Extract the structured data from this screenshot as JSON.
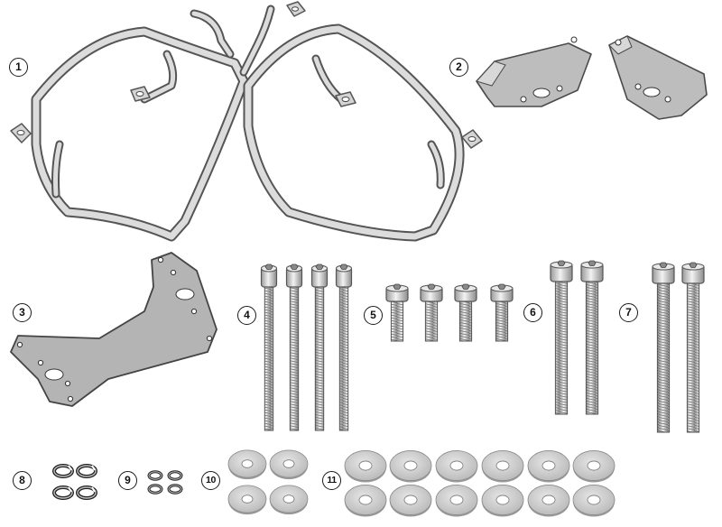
{
  "callouts": [
    {
      "id": "c1",
      "label": "1"
    },
    {
      "id": "c2",
      "label": "2"
    },
    {
      "id": "c3",
      "label": "3"
    },
    {
      "id": "c4",
      "label": "4"
    },
    {
      "id": "c5",
      "label": "5"
    },
    {
      "id": "c6",
      "label": "6"
    },
    {
      "id": "c7",
      "label": "7"
    },
    {
      "id": "c8",
      "label": "8"
    },
    {
      "id": "c9",
      "label": "9"
    },
    {
      "id": "c10",
      "label": "10"
    },
    {
      "id": "c11",
      "label": "11"
    }
  ],
  "colors": {
    "metal_fill": "#d9d9d9",
    "metal_stroke": "#4a4a4a",
    "plate_fill": "#b9b9b9",
    "washer_fill": "#c6c6c6",
    "callout_border": "#1a1a1a"
  }
}
